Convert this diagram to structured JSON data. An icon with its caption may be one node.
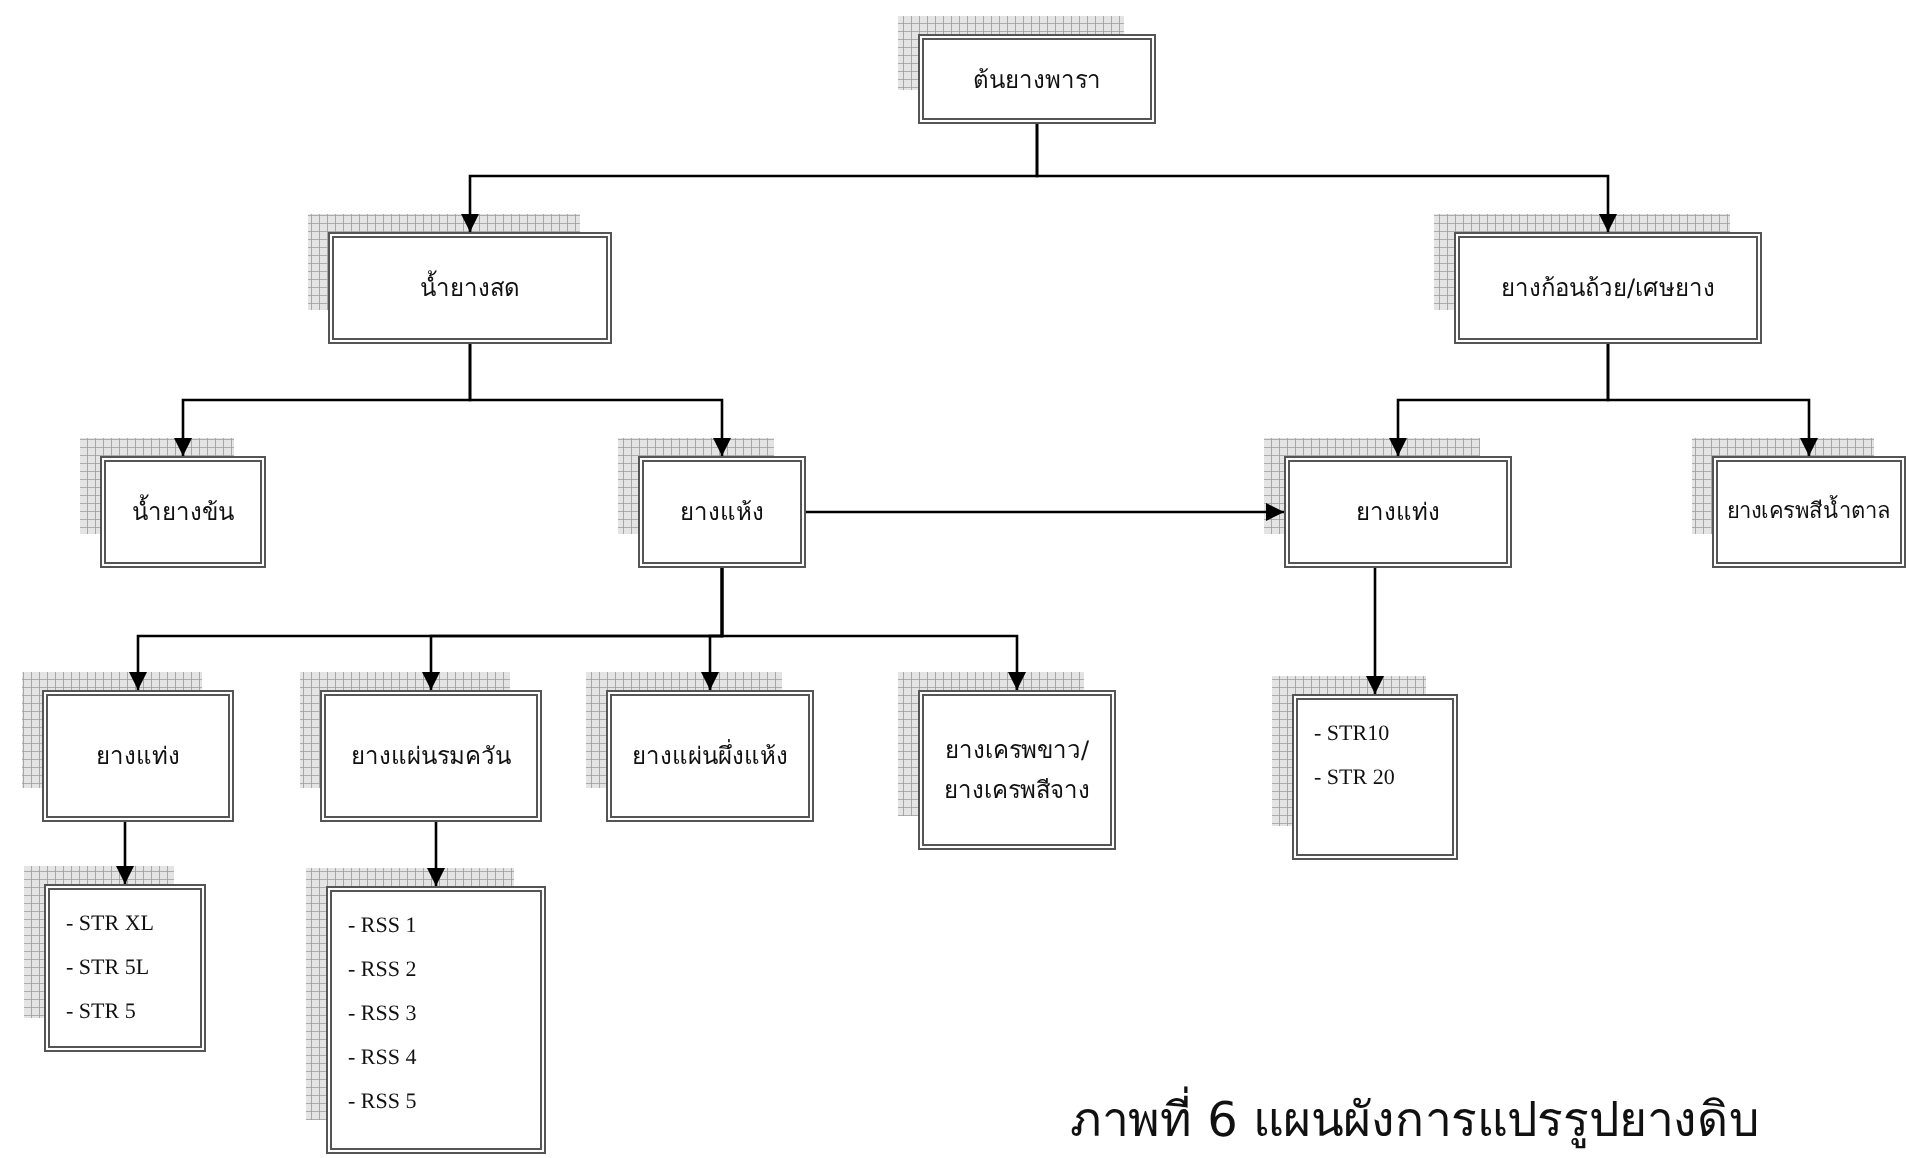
{
  "diagram": {
    "caption": "ภาพที่ 6 แผนผังการแปรรูปยางดิบ",
    "nodes": [
      {
        "text": [
          "ต้นยางพารา"
        ]
      },
      {
        "text": [
          "น้ำยางสด"
        ]
      },
      {
        "text": [
          "ยางก้อนถ้วย/เศษยาง"
        ]
      },
      {
        "text": [
          "น้ำยางข้น"
        ]
      },
      {
        "text": [
          "ยางแห้ง"
        ]
      },
      {
        "text": [
          "ยางแท่ง"
        ]
      },
      {
        "text": [
          "ยางเครพสีน้ำตาล"
        ]
      },
      {
        "text": [
          "ยางแท่ง"
        ]
      },
      {
        "text": [
          "ยางแผ่นรมควัน"
        ]
      },
      {
        "text": [
          "ยางแผ่นผึ่งแห้ง"
        ]
      },
      {
        "text": [
          "ยางเครพขาว/ยางเครพสีจาง"
        ]
      },
      {
        "text": [
          "- STR XL",
          "- STR 5L",
          "- STR 5"
        ]
      },
      {
        "text": [
          "- RSS 1",
          "- RSS 2",
          "- RSS 3",
          "- RSS 4",
          "- RSS 5"
        ]
      },
      {
        "text": [
          "- STR10",
          "- STR 20"
        ]
      }
    ],
    "edges": [
      {
        "from": 0,
        "to": 1,
        "arrow": "to"
      },
      {
        "from": 0,
        "to": 2,
        "arrow": "to"
      },
      {
        "from": 1,
        "to": 3,
        "arrow": "to"
      },
      {
        "from": 1,
        "to": 4,
        "arrow": "to"
      },
      {
        "from": 2,
        "to": 5,
        "arrow": "to"
      },
      {
        "from": 2,
        "to": 6,
        "arrow": "to"
      },
      {
        "from": 4,
        "to": 5,
        "arrow": "to"
      },
      {
        "from": 4,
        "to": 7,
        "arrow": "to"
      },
      {
        "from": 4,
        "to": 8,
        "arrow": "to"
      },
      {
        "from": 4,
        "to": 9,
        "arrow": "to"
      },
      {
        "from": 4,
        "to": 10,
        "arrow": "to"
      },
      {
        "from": 7,
        "to": 11,
        "arrow": "to"
      },
      {
        "from": 8,
        "to": 12,
        "arrow": "to"
      },
      {
        "from": 5,
        "to": 13,
        "arrow": "to"
      }
    ]
  }
}
